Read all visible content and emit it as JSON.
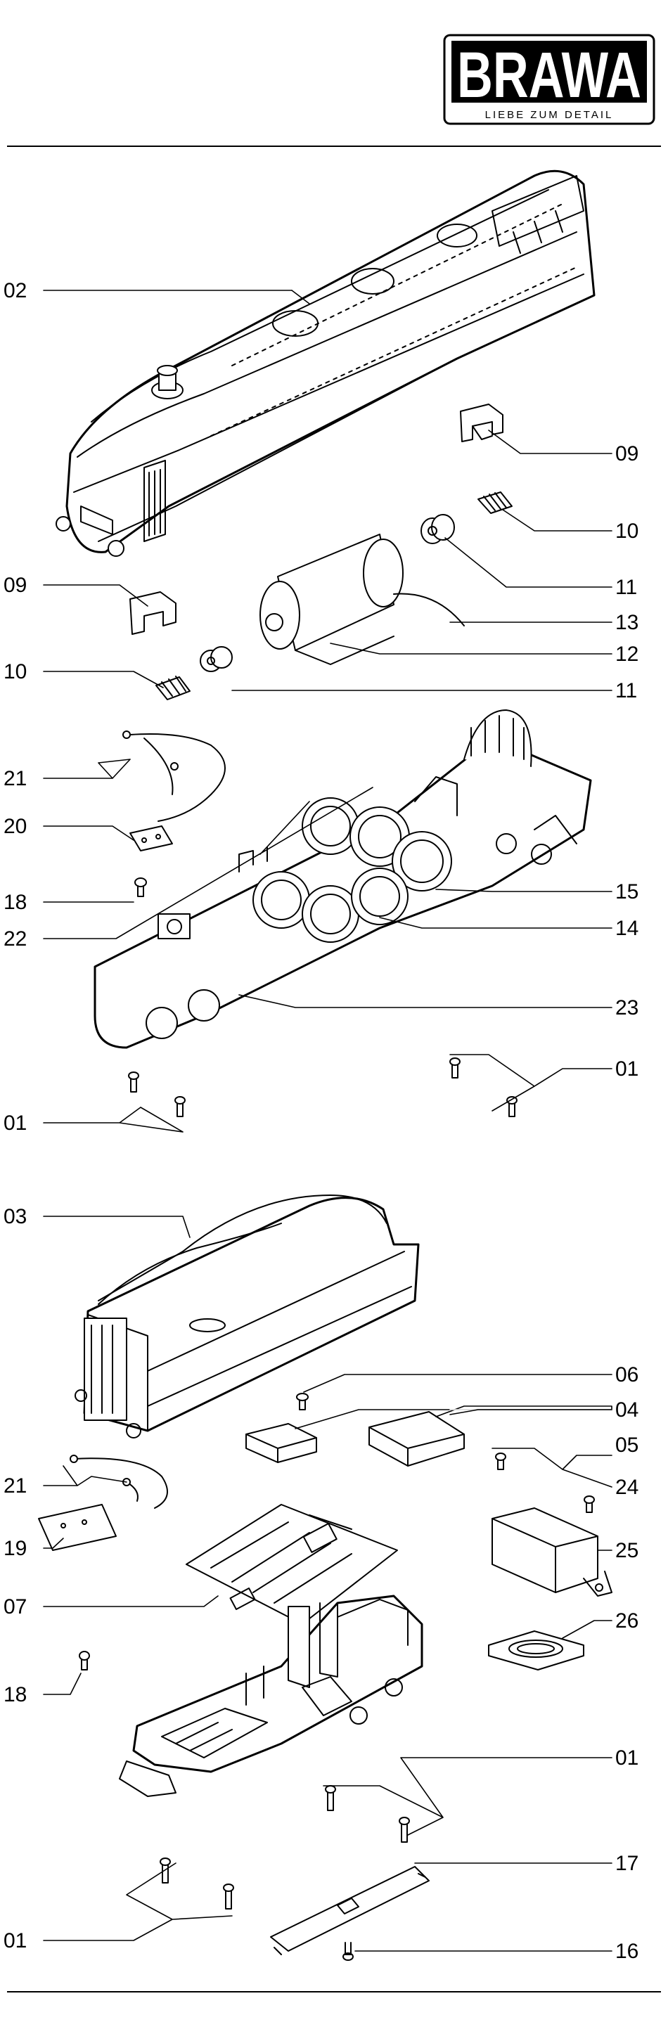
{
  "brand": {
    "name": "BRAWA",
    "tagline": "LIEBE ZUM DETAIL"
  },
  "parts": [
    {
      "id": "p02a",
      "num": "02",
      "ref": "locomotive-body-shell"
    },
    {
      "id": "p09a",
      "num": "09",
      "ref": "bracket-right"
    },
    {
      "id": "p10a",
      "num": "10",
      "ref": "coupling-right"
    },
    {
      "id": "p11a",
      "num": "11",
      "ref": "flywheel-right"
    },
    {
      "id": "p13a",
      "num": "13",
      "ref": "motor-wire"
    },
    {
      "id": "p12a",
      "num": "12",
      "ref": "motor"
    },
    {
      "id": "p09b",
      "num": "09",
      "ref": "bracket-left"
    },
    {
      "id": "p11b",
      "num": "11",
      "ref": "flywheel-left"
    },
    {
      "id": "p10b",
      "num": "10",
      "ref": "coupling-left"
    },
    {
      "id": "p21a",
      "num": "21",
      "ref": "loco-lighting-wires"
    },
    {
      "id": "p20a",
      "num": "20",
      "ref": "loco-light-board"
    },
    {
      "id": "p18a",
      "num": "18",
      "ref": "loco-screw"
    },
    {
      "id": "p15a",
      "num": "15",
      "ref": "chassis-gear"
    },
    {
      "id": "p22a",
      "num": "22",
      "ref": "drive-wheels"
    },
    {
      "id": "p14a",
      "num": "14",
      "ref": "wheelset"
    },
    {
      "id": "p23a",
      "num": "23",
      "ref": "front-bogie"
    },
    {
      "id": "p01a",
      "num": "01",
      "ref": "screws-right"
    },
    {
      "id": "p01b",
      "num": "01",
      "ref": "screws-left"
    },
    {
      "id": "p03a",
      "num": "03",
      "ref": "tender-body-shell"
    },
    {
      "id": "p06a",
      "num": "06",
      "ref": "tender-screw"
    },
    {
      "id": "p04a",
      "num": "04",
      "ref": "weight-small"
    },
    {
      "id": "p05a",
      "num": "05",
      "ref": "weight-large"
    },
    {
      "id": "p24a",
      "num": "24",
      "ref": "speaker-screws"
    },
    {
      "id": "p21b",
      "num": "21",
      "ref": "tender-lighting-wires"
    },
    {
      "id": "p25a",
      "num": "25",
      "ref": "speaker-box"
    },
    {
      "id": "p19a",
      "num": "19",
      "ref": "tender-light-board"
    },
    {
      "id": "p07a",
      "num": "07",
      "ref": "decoder-board"
    },
    {
      "id": "p26a",
      "num": "26",
      "ref": "speaker"
    },
    {
      "id": "p18b",
      "num": "18",
      "ref": "tender-screw-left"
    },
    {
      "id": "p01c",
      "num": "01",
      "ref": "tender-screws"
    },
    {
      "id": "p17a",
      "num": "17",
      "ref": "contact-plate"
    },
    {
      "id": "p01d",
      "num": "01",
      "ref": "tender-bottom-screws"
    },
    {
      "id": "p16a",
      "num": "16",
      "ref": "contact-screw"
    }
  ]
}
